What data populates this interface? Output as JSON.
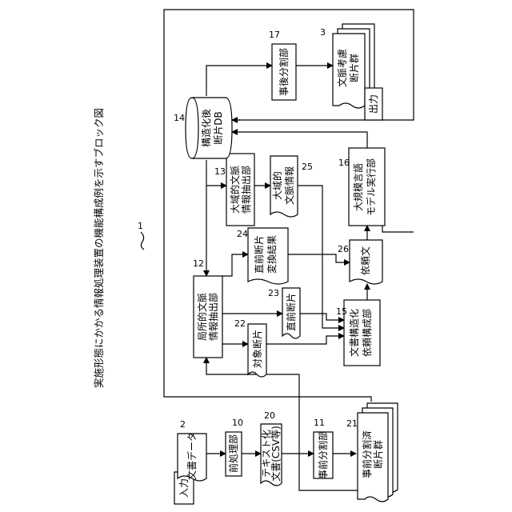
{
  "figure": {
    "caption": "実施形態にかかる情報処理装置の機能構成例を示すブロック図",
    "figure_ref": "1"
  },
  "nodes": {
    "input": {
      "label": "入力"
    },
    "document_data": {
      "label": "文書データ",
      "ref": "2"
    },
    "preprocessing": {
      "label": "前処理部",
      "ref": "10"
    },
    "text_document": {
      "line1": "テキスト化",
      "line2": "文書(CSV等)",
      "ref": "20"
    },
    "pre_division": {
      "label": "事前分割部",
      "ref": "11"
    },
    "pre_divided_fragments": {
      "line1": "事前分割済",
      "line2": "断片群",
      "ref": "21"
    },
    "local_context_extractor": {
      "line1": "局所的文脈",
      "line2": "情報抽出部",
      "ref": "12"
    },
    "target_fragment": {
      "label": "対象断片",
      "ref": "22"
    },
    "previous_fragment": {
      "label": "直前断片",
      "ref": "23"
    },
    "previous_conversion": {
      "line1": "直前断片",
      "line2": "変換結果",
      "ref": "24"
    },
    "structuring_request": {
      "line1": "文書構造化",
      "line2": "依頼構成部",
      "ref": "15"
    },
    "request_text": {
      "label": "依頼文",
      "ref": "26"
    },
    "llm_executor": {
      "line1": "大規模言語",
      "line2": "モデル実行部",
      "ref": "16"
    },
    "global_context_extractor": {
      "line1": "大域的文脈",
      "line2": "情報抽出部",
      "ref": "13"
    },
    "global_context_info": {
      "line1": "大域的",
      "line2": "文脈情報",
      "ref": "25"
    },
    "structured_db": {
      "line1": "構造化後",
      "line2": "断片DB",
      "ref": "14"
    },
    "post_division": {
      "label": "事後分割部",
      "ref": "17"
    },
    "context_fragments": {
      "line1": "文脈考慮",
      "line2": "断片群",
      "ref": "3"
    },
    "output": {
      "label": "出力"
    }
  }
}
